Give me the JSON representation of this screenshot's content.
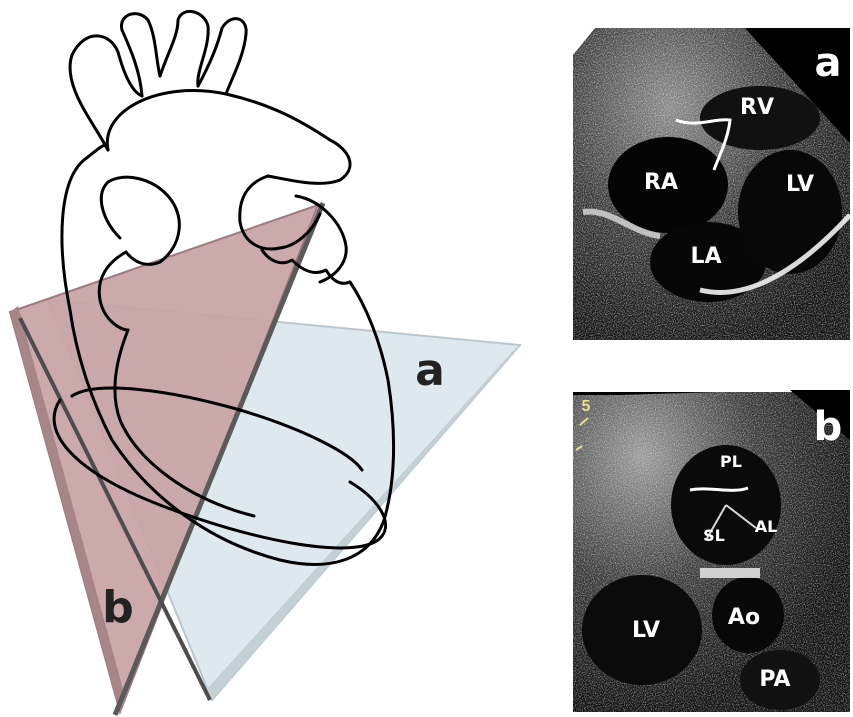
{
  "figure": {
    "plane_labels": {
      "a": "a",
      "b": "b"
    },
    "panel_a": {
      "letter": "a",
      "labels": {
        "rv": "RV",
        "ra": "RA",
        "lv": "LV",
        "la": "LA"
      }
    },
    "panel_b": {
      "letter": "b",
      "depth_marker": "5",
      "labels": {
        "pl": "PL",
        "sl": "SL",
        "al": "AL",
        "lv": "LV",
        "ao": "Ao",
        "pa": "PA"
      }
    },
    "colors": {
      "plane_a_fill": "#dde9ef",
      "plane_b_fill": "#c8a2a4",
      "heart_outline": "#000000",
      "echo_background": "#000000",
      "echo_label": "#ffffff",
      "depth_marker": "#e7e08a"
    }
  }
}
